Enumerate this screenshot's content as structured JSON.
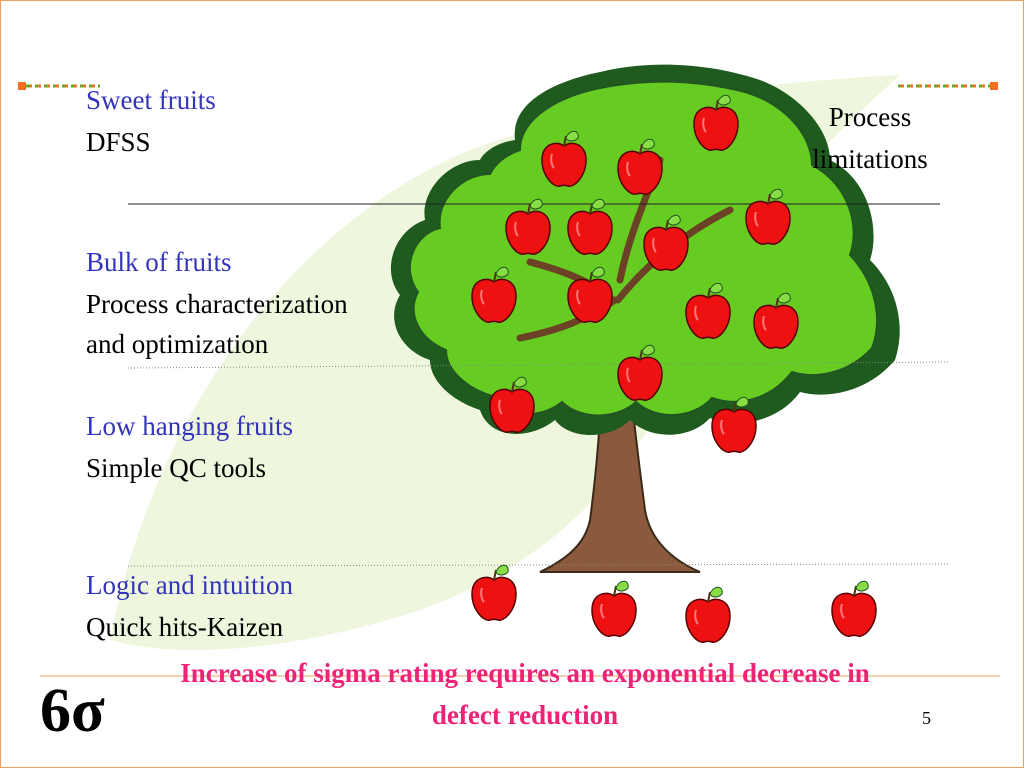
{
  "slide": {
    "levels": [
      {
        "title": "Sweet fruits",
        "lines": [
          "DFSS"
        ]
      },
      {
        "title": "Bulk of fruits",
        "lines": [
          "Process characterization",
          "and optimization"
        ]
      },
      {
        "title": "Low hanging fruits",
        "lines": [
          "Simple QC tools"
        ]
      },
      {
        "title": "Logic and intuition",
        "lines": [
          "Quick hits-Kaizen"
        ]
      }
    ],
    "side_label_line1": "Process",
    "side_label_line2": "limitations",
    "footer_line1": "Increase of sigma rating  requires an exponential decrease in",
    "footer_line2": "defect reduction",
    "logo_text": "6σ",
    "page_number": "5"
  },
  "colors": {
    "accent_blue": "#3333bb",
    "footer_pink": "#ee2277",
    "apple_red": "#ee1111",
    "leaf_green": "#66cc22",
    "trunk_brown": "#8b5a3c",
    "frame_orange": "#f0a060"
  }
}
